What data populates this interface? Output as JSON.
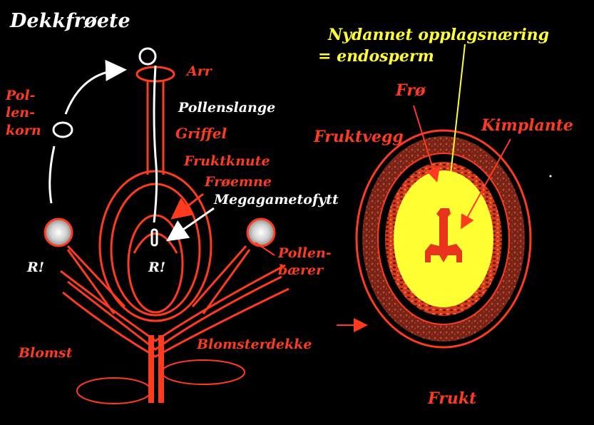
{
  "title": "Dekkfrøete",
  "labels": {
    "pollenkorn": [
      "Pol-",
      "len-",
      "korn"
    ],
    "arr": "Arr",
    "pollenslange": "Pollenslange",
    "griffel": "Griffel",
    "fruktknute": "Fruktknute",
    "froemne": "Frøemne",
    "megagametofytt": "Megagametofytt",
    "r_left": "R!",
    "r_center": "R!",
    "pollenbaerer": [
      "Pollen-",
      "bærer"
    ],
    "blomst": "Blomst",
    "blomsterdekke": "Blomsterdekke",
    "nydannet": "Nydannet opplagsnæring",
    "endosperm": "= endosperm",
    "fro": "Frø",
    "kimplante": "Kimplante",
    "fruktvegg": "Fruktvegg",
    "frukt": "Frukt"
  },
  "colors": {
    "background": "#000000",
    "red": "#ff3b1f",
    "white": "#ffffff",
    "yellow": "#ffff33",
    "wall": "#8a2a20"
  }
}
